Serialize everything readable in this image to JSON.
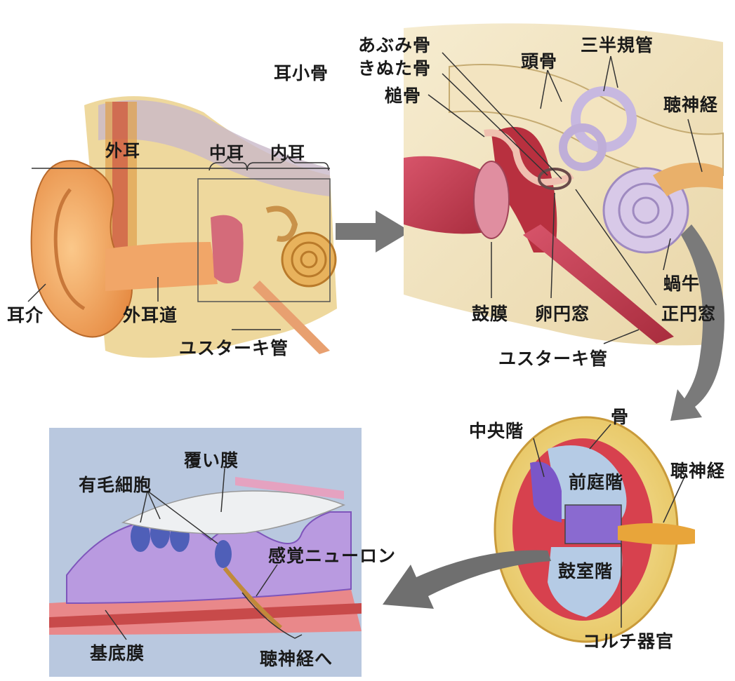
{
  "outer_ear_panel": {
    "labels": {
      "ossicles": "耳小骨",
      "outer_ear": "外耳",
      "middle_ear": "中耳",
      "inner_ear": "内耳",
      "auricle": "耳介",
      "ear_canal": "外耳道",
      "eustachian_tube": "ユスターキ管"
    }
  },
  "middle_ear_panel": {
    "labels": {
      "stapes": "あぶみ骨",
      "incus": "きぬた骨",
      "malleus": "槌骨",
      "skull": "頭骨",
      "semicircular_canals": "三半規管",
      "auditory_nerve": "聴神経",
      "cochlea": "蝸牛",
      "eardrum": "鼓膜",
      "oval_window": "卵円窓",
      "round_window": "正円窓",
      "eustachian_tube": "ユスターキ管"
    }
  },
  "cochlea_section_panel": {
    "labels": {
      "bone": "骨",
      "scala_media": "中央階",
      "scala_vestibuli": "前庭階",
      "auditory_nerve": "聴神経",
      "scala_tympani": "鼓室階",
      "organ_of_corti": "コルチ器官"
    }
  },
  "organ_of_corti_panel": {
    "labels": {
      "tectorial_membrane": "覆い膜",
      "hair_cells": "有毛細胞",
      "sensory_neuron": "感覚ニューロン",
      "basilar_membrane": "基底膜",
      "to_auditory_nerve": "聴神経へ"
    }
  },
  "colors": {
    "skin": "#f2a35a",
    "bone": "#f0dca0",
    "canal_red": "#c0394a",
    "membrane_purple": "#8a5bd0",
    "detail_bg": "#b7c6de",
    "arrow_gray": "#7a7a7a"
  }
}
